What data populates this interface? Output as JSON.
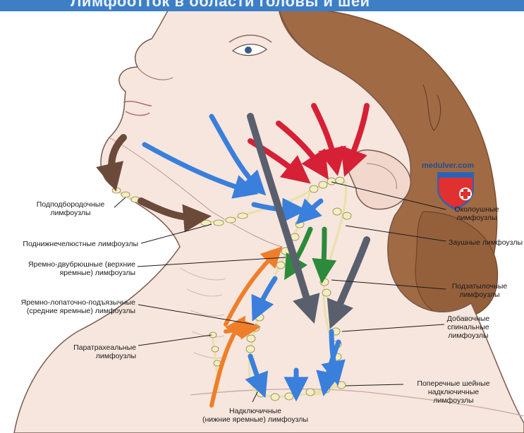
{
  "header": {
    "title": "Лимфоотток в области головы и шеи"
  },
  "brand": {
    "site": "medulver.com"
  },
  "illustration": {
    "colors": {
      "skin": "#f7e6de",
      "outline": "#7a5a4f",
      "hair": "#a06a45",
      "node": "#f3eebe",
      "arrow_red": "#d62035",
      "arrow_blue": "#3a7fdc",
      "arrow_green": "#2c8a3a",
      "arrow_gray": "#5a5f6e",
      "arrow_brown": "#6b4a3a",
      "arrow_orange": "#ef7e2a"
    }
  },
  "labels": {
    "submental": "Подподбородочные\nлимфоузлы",
    "submandibular": "Поднижнечелюстные лимфоузлы",
    "jugulodigastric": "Яремно-двубрюшные (верхние\nяремные) лимфоузлы",
    "juguloomohyoid": "Яремно-лопаточно-подъязычные\n(средние яремные) лимфоузлы",
    "paratracheal": "Паратрахеальные\nлимфоузлы",
    "supraclavicular": "Надключичные\n(нижние яремные) лимфоузлы",
    "parotid": "Околоушные\nлимфоузлы",
    "retroauricular": "Заушные лимфоузлы",
    "suboccipital": "Подзатылочные\nлимфоузлы",
    "accessory": "Добавочные\nспинальные\nлимфоузлы",
    "transverse": "Поперечные шейные\nнадключичные\nлимфоузлы"
  }
}
